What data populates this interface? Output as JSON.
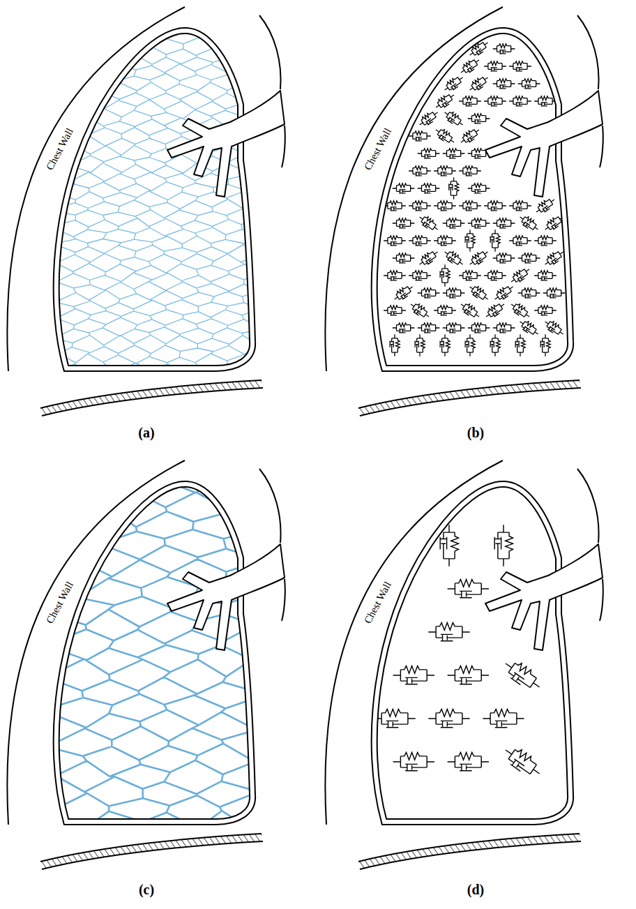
{
  "diagram": {
    "labels": [
      "Chest Wall",
      "(a)",
      "Chest Wall",
      "(b)",
      "Chest Wall",
      "(c)",
      "Chest Wall",
      "(d)"
    ]
  }
}
